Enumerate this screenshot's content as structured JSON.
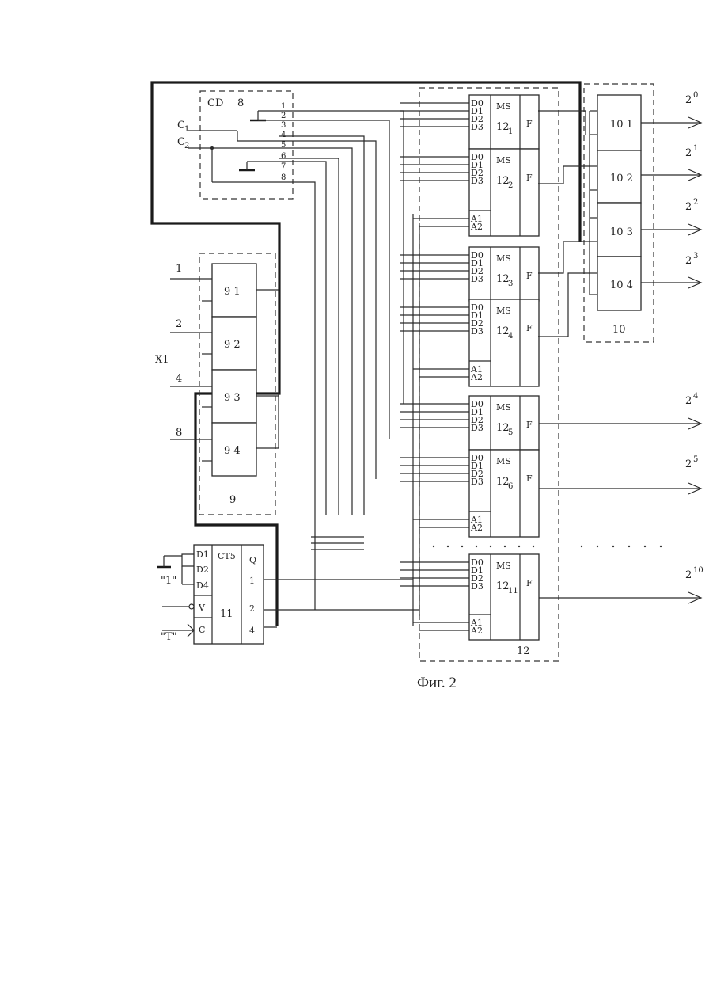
{
  "figure": {
    "caption": "Фиг. 2",
    "cd_block": {
      "title": "CD",
      "number": "8",
      "inputs": [
        "C1",
        "C2"
      ],
      "outputs": [
        "1",
        "2",
        "3",
        "4",
        "5",
        "6",
        "7",
        "8"
      ]
    },
    "input_group": {
      "name": "X1",
      "inputs": [
        "1",
        "2",
        "4",
        "8"
      ],
      "number": "9",
      "cells": [
        "9 1",
        "9 2",
        "9 3",
        "9 4"
      ]
    },
    "counter": {
      "title": "CT5",
      "number": "11",
      "q_label": "Q",
      "inputs": [
        "D1",
        "D2",
        "D4",
        "V",
        "C"
      ],
      "outputs": [
        "1",
        "2",
        "4"
      ],
      "const_one": "\"1\"",
      "clock": "\"T\""
    },
    "mux_group": {
      "number": "12",
      "type": "MS",
      "out": "F",
      "data_pins": [
        "D0",
        "D1",
        "D2",
        "D3"
      ],
      "addr_pins": [
        "A1",
        "A2"
      ],
      "units": [
        "12 1",
        "12 2",
        "12 3",
        "12 4",
        "12 5",
        "12 6",
        "12 11"
      ]
    },
    "output_group": {
      "number": "10",
      "cells": [
        "10 1",
        "10 2",
        "10 3",
        "10 4"
      ]
    },
    "outputs": [
      "2 0",
      "2 1",
      "2 2",
      "2 3",
      "2 4",
      "2 5",
      "2 10"
    ]
  }
}
